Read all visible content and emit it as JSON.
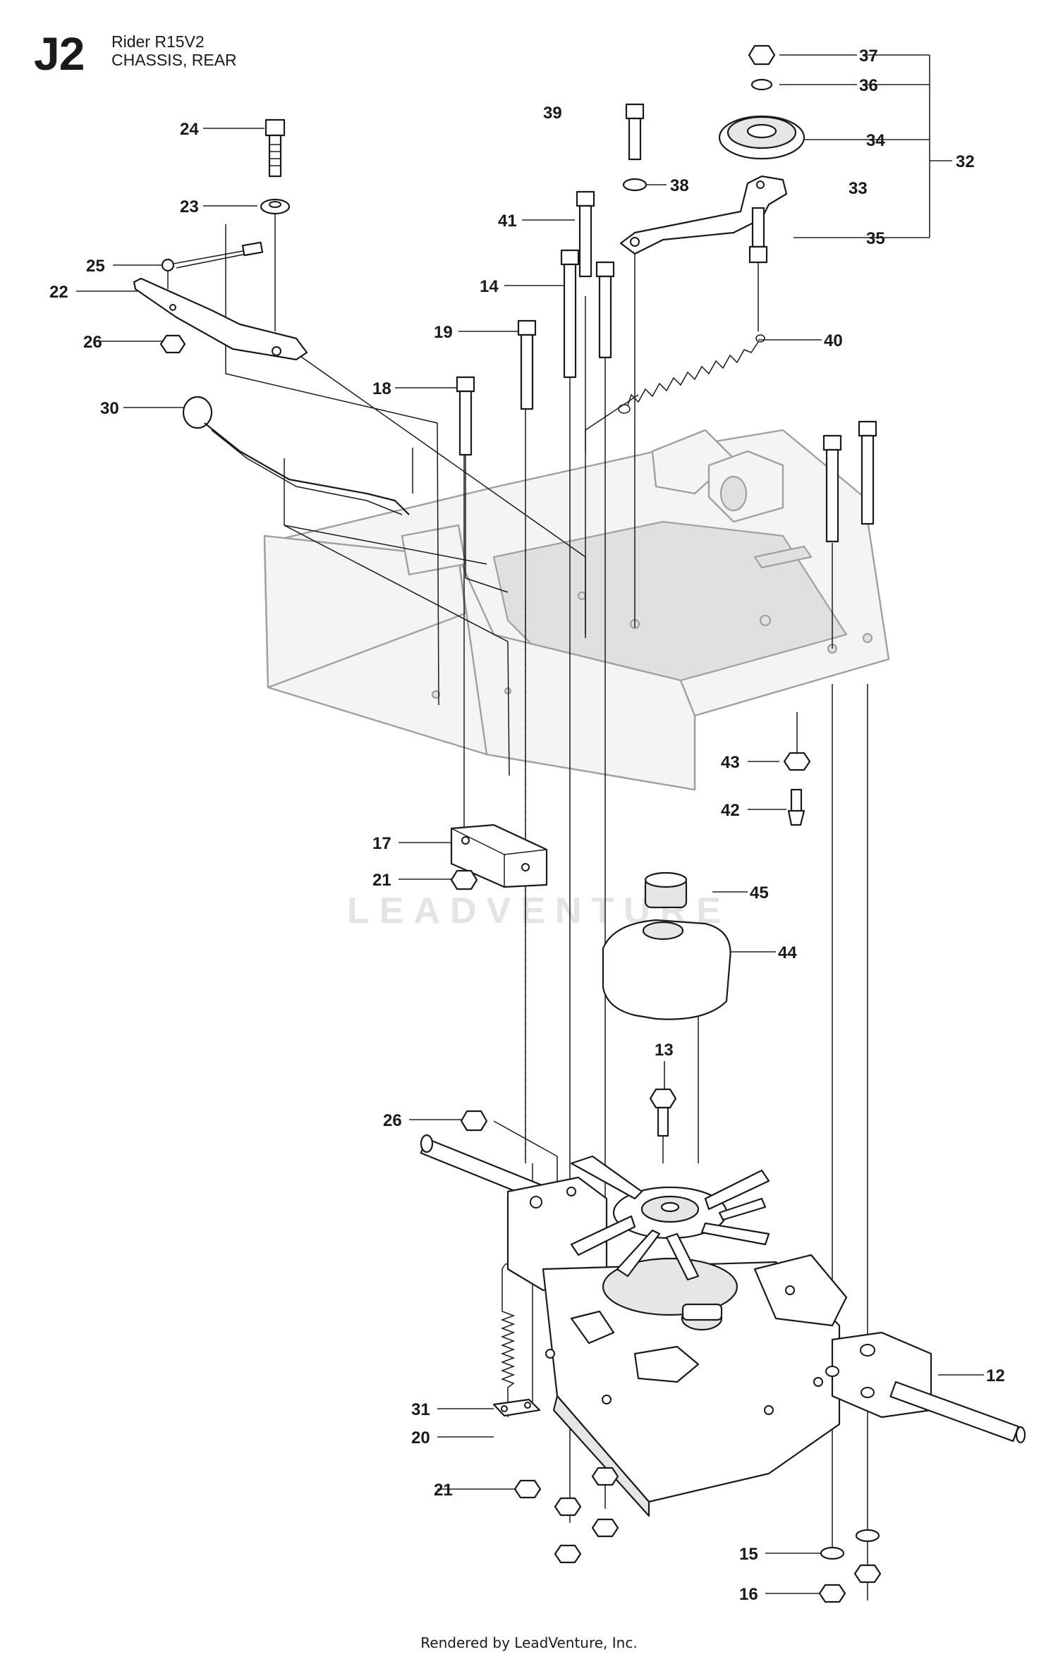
{
  "header": {
    "page_code": "J2",
    "model": "Rider R15V2",
    "section": "CHASSIS, REAR"
  },
  "watermark": "LEADVENTURE",
  "footer": "Rendered by LeadVenture, Inc.",
  "callouts": {
    "c12": "12",
    "c13": "13",
    "c14": "14",
    "c15": "15",
    "c16": "16",
    "c17": "17",
    "c18": "18",
    "c19": "19",
    "c20": "20",
    "c21a": "21",
    "c21b": "21",
    "c22": "22",
    "c23": "23",
    "c24": "24",
    "c25": "25",
    "c26a": "26",
    "c26b": "26",
    "c30": "30",
    "c31": "31",
    "c32": "32",
    "c33": "33",
    "c34": "34",
    "c35": "35",
    "c36": "36",
    "c37": "37",
    "c38": "38",
    "c39": "39",
    "c40": "40",
    "c41": "41",
    "c42": "42",
    "c43": "43",
    "c44": "44",
    "c45": "45"
  },
  "colors": {
    "ink": "#1a1a1a",
    "chassis_outline": "#a0a0a0",
    "watermark": "#e4e4e4"
  }
}
